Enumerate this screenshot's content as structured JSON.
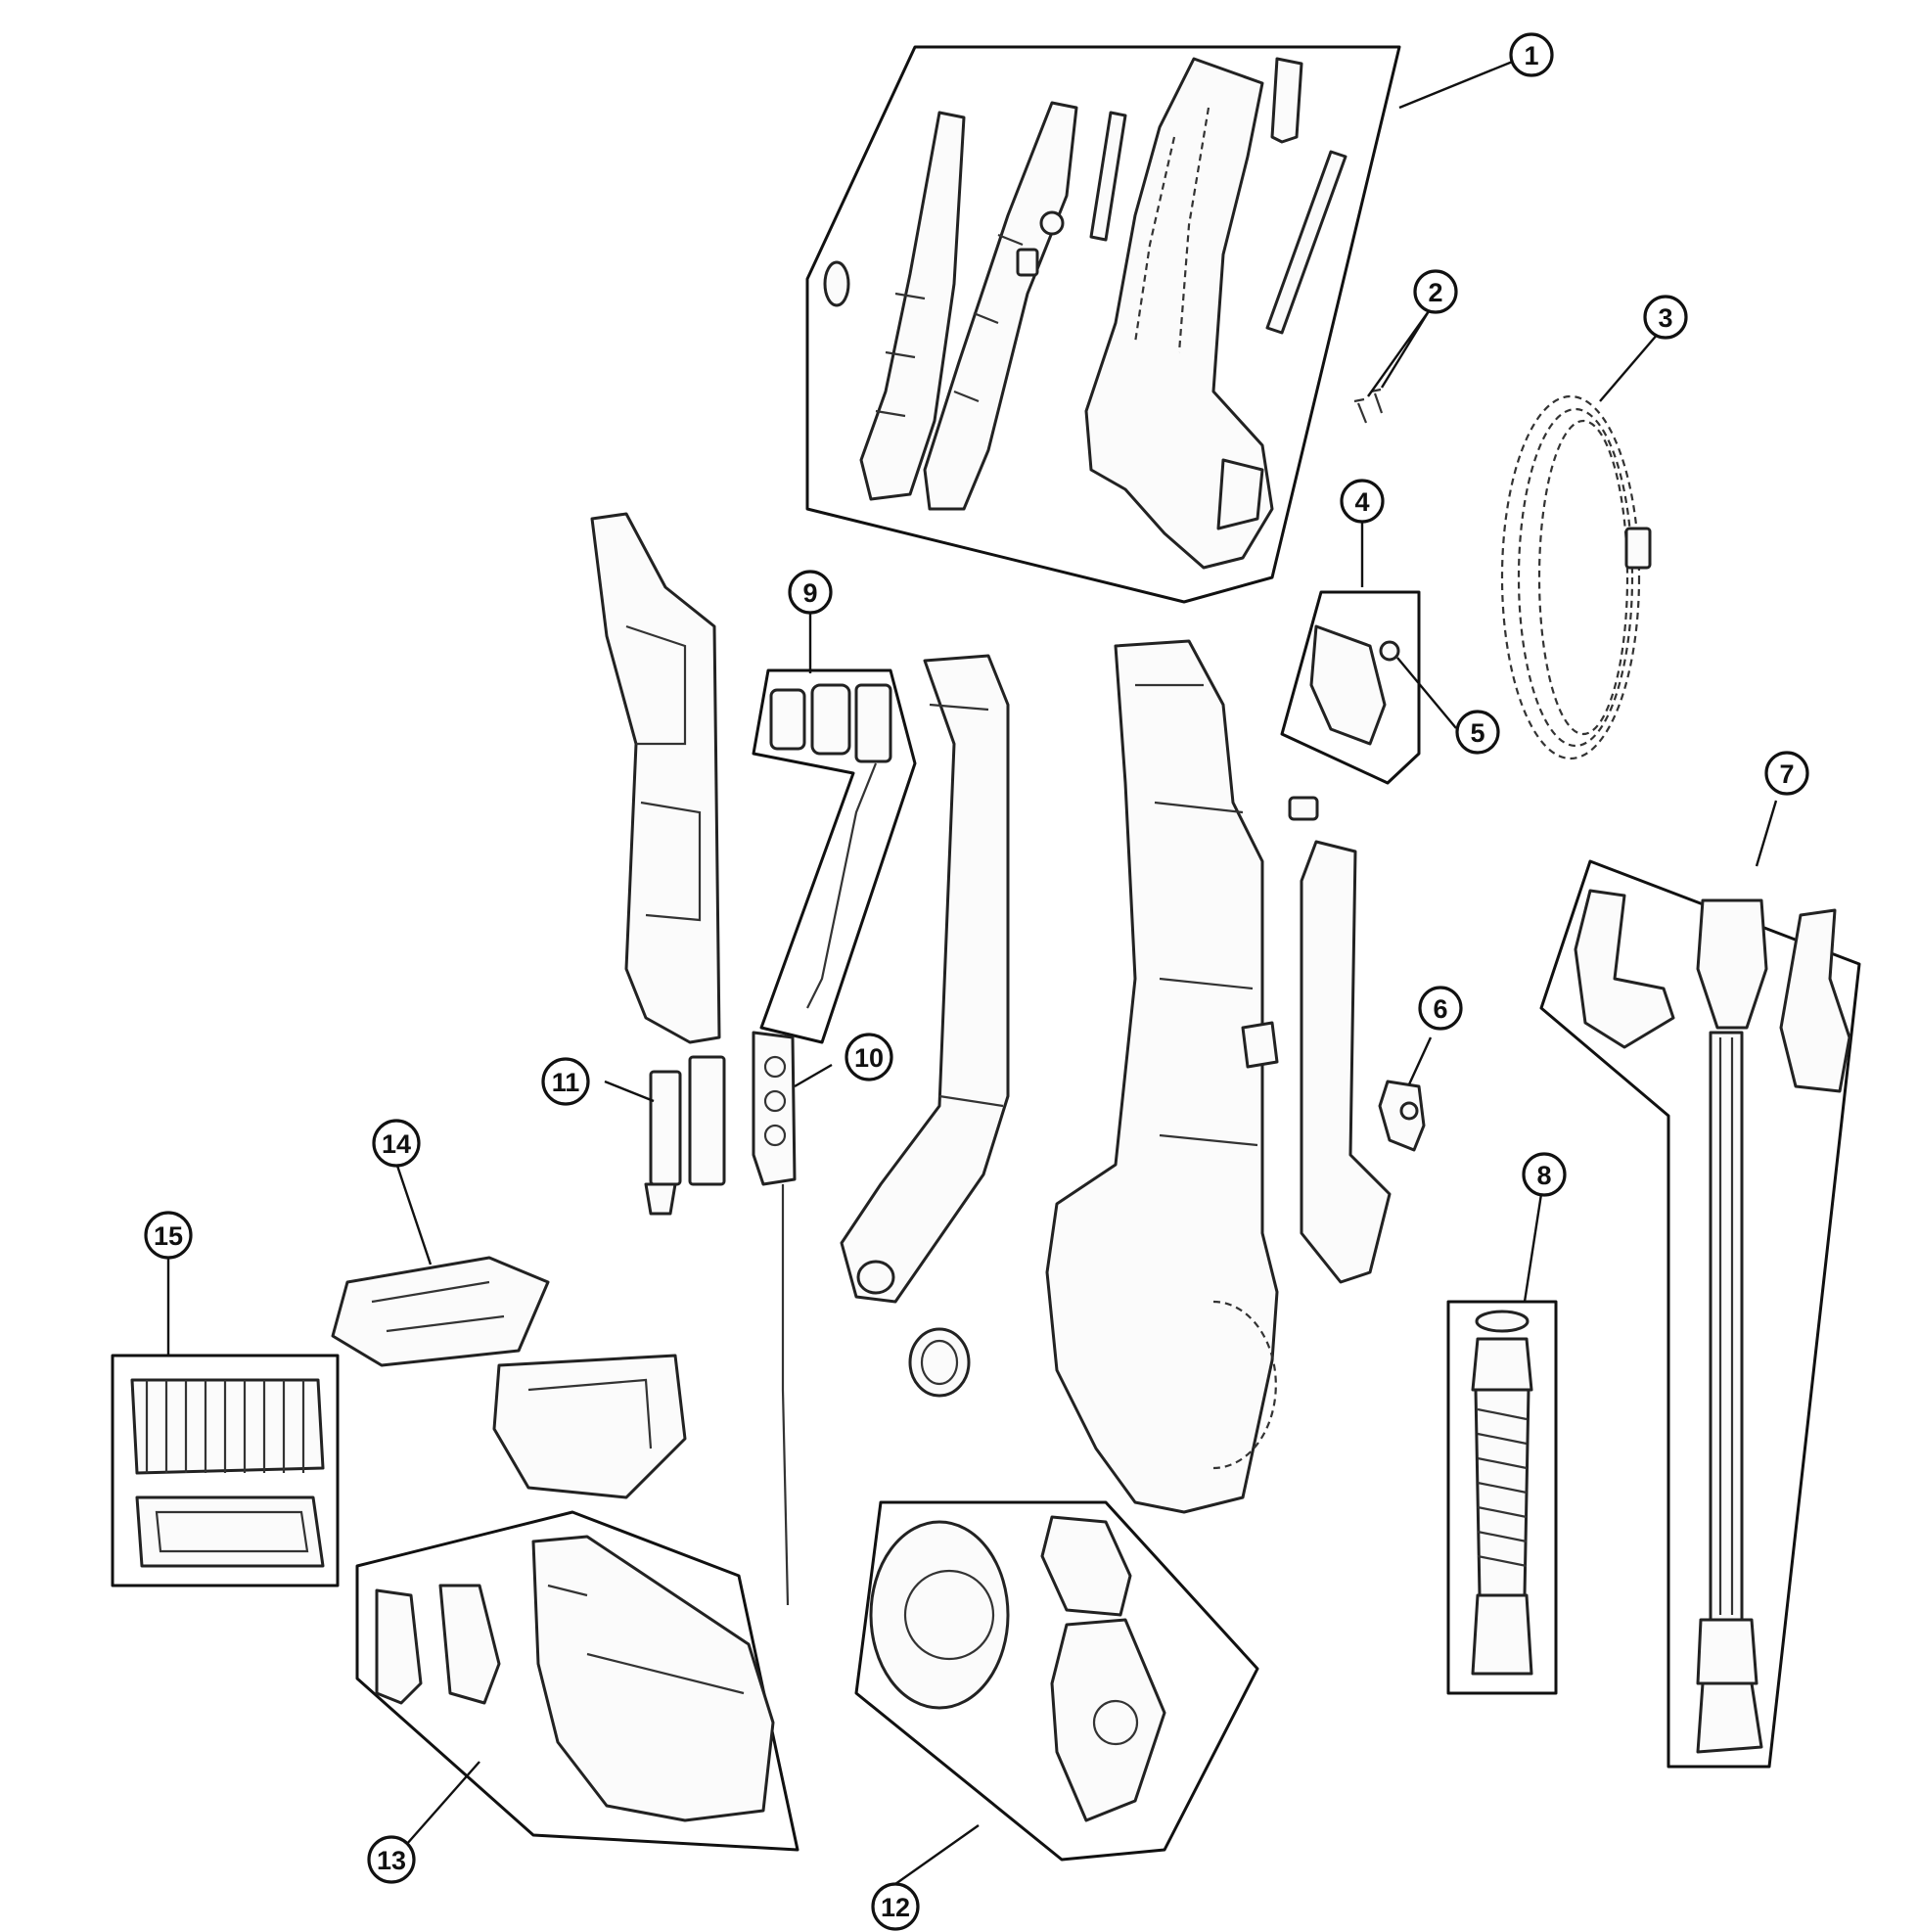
{
  "callouts": [
    {
      "id": "1",
      "label": "1"
    },
    {
      "id": "2",
      "label": "2"
    },
    {
      "id": "3",
      "label": "3"
    },
    {
      "id": "4",
      "label": "4"
    },
    {
      "id": "5",
      "label": "5"
    },
    {
      "id": "6",
      "label": "6"
    },
    {
      "id": "7",
      "label": "7"
    },
    {
      "id": "8",
      "label": "8"
    },
    {
      "id": "9",
      "label": "9"
    },
    {
      "id": "10",
      "label": "10"
    },
    {
      "id": "11",
      "label": "11"
    },
    {
      "id": "12",
      "label": "12"
    },
    {
      "id": "13",
      "label": "13"
    },
    {
      "id": "14",
      "label": "14"
    },
    {
      "id": "15",
      "label": "15"
    }
  ],
  "colors": {
    "line": "#111111",
    "fill": "#fbfbfb",
    "background": "#ffffff"
  }
}
